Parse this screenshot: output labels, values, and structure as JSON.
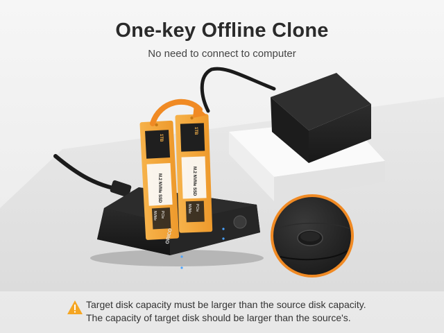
{
  "header": {
    "title": "One-key Offline Clone",
    "subtitle": "No need to connect to computer"
  },
  "ssd_left": {
    "model": "M.2 NVMe SSD",
    "capacity": "1TB",
    "type": "NVMe",
    "interface": "PCIe"
  },
  "ssd_right": {
    "model": "M.2 NVMe SSD",
    "capacity": "1TB",
    "type": "NVMe",
    "interface": "PCIe"
  },
  "dock": {
    "brand": "ORICO"
  },
  "notes": {
    "line1": "Target disk capacity must be larger than the source disk capacity.",
    "line2": "The capacity of target disk should be larger than the source's."
  },
  "colors": {
    "accent": "#f08a24",
    "ssd_orange": "#f2a43a",
    "dock_black": "#1e1e1e"
  }
}
